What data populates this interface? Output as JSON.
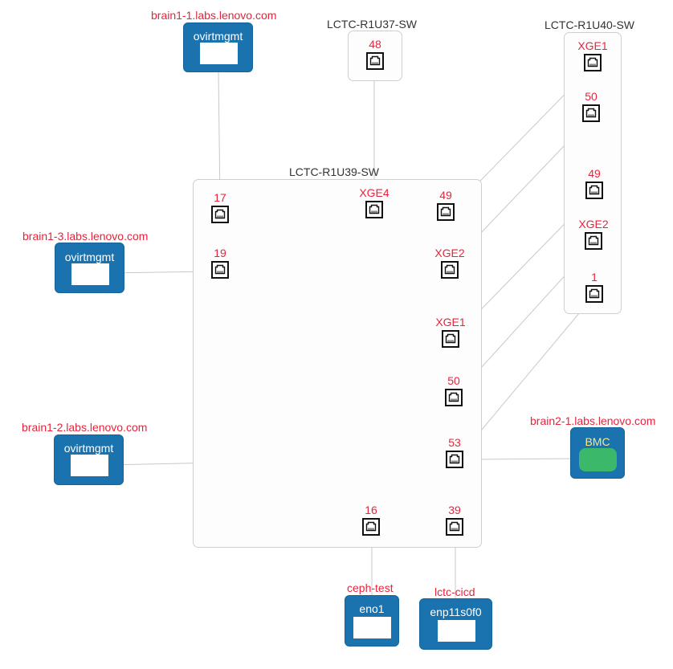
{
  "switches": {
    "r1u37": {
      "title": "LCTC-R1U37-SW",
      "ports": [
        "48"
      ]
    },
    "r1u40": {
      "title": "LCTC-R1U40-SW",
      "ports": [
        "XGE1",
        "50",
        "49",
        "XGE2",
        "1"
      ]
    },
    "r1u39": {
      "title": "LCTC-R1U39-SW",
      "ports": [
        "17",
        "XGE4",
        "49",
        "19",
        "XGE2",
        "XGE1",
        "50",
        "53",
        "16",
        "39"
      ]
    }
  },
  "hosts": {
    "brain1_1": {
      "title": "brain1-1.labs.lenovo.com",
      "iface": "ovirtmgmt"
    },
    "brain1_3": {
      "title": "brain1-3.labs.lenovo.com",
      "iface": "ovirtmgmt"
    },
    "brain1_2": {
      "title": "brain1-2.labs.lenovo.com",
      "iface": "ovirtmgmt"
    },
    "brain2_1": {
      "title": "brain2-1.labs.lenovo.com",
      "iface": "BMC"
    },
    "ceph_test": {
      "title": "ceph-test",
      "iface": "eno1"
    },
    "lctc_cicd": {
      "title": "lctc-cicd",
      "iface": "enp11s0f0"
    }
  },
  "colors": {
    "host_fill": "#1a73ae",
    "port_label": "#e8243c",
    "link": "#c8c8c8",
    "bmc_fill": "#3cb86a"
  }
}
